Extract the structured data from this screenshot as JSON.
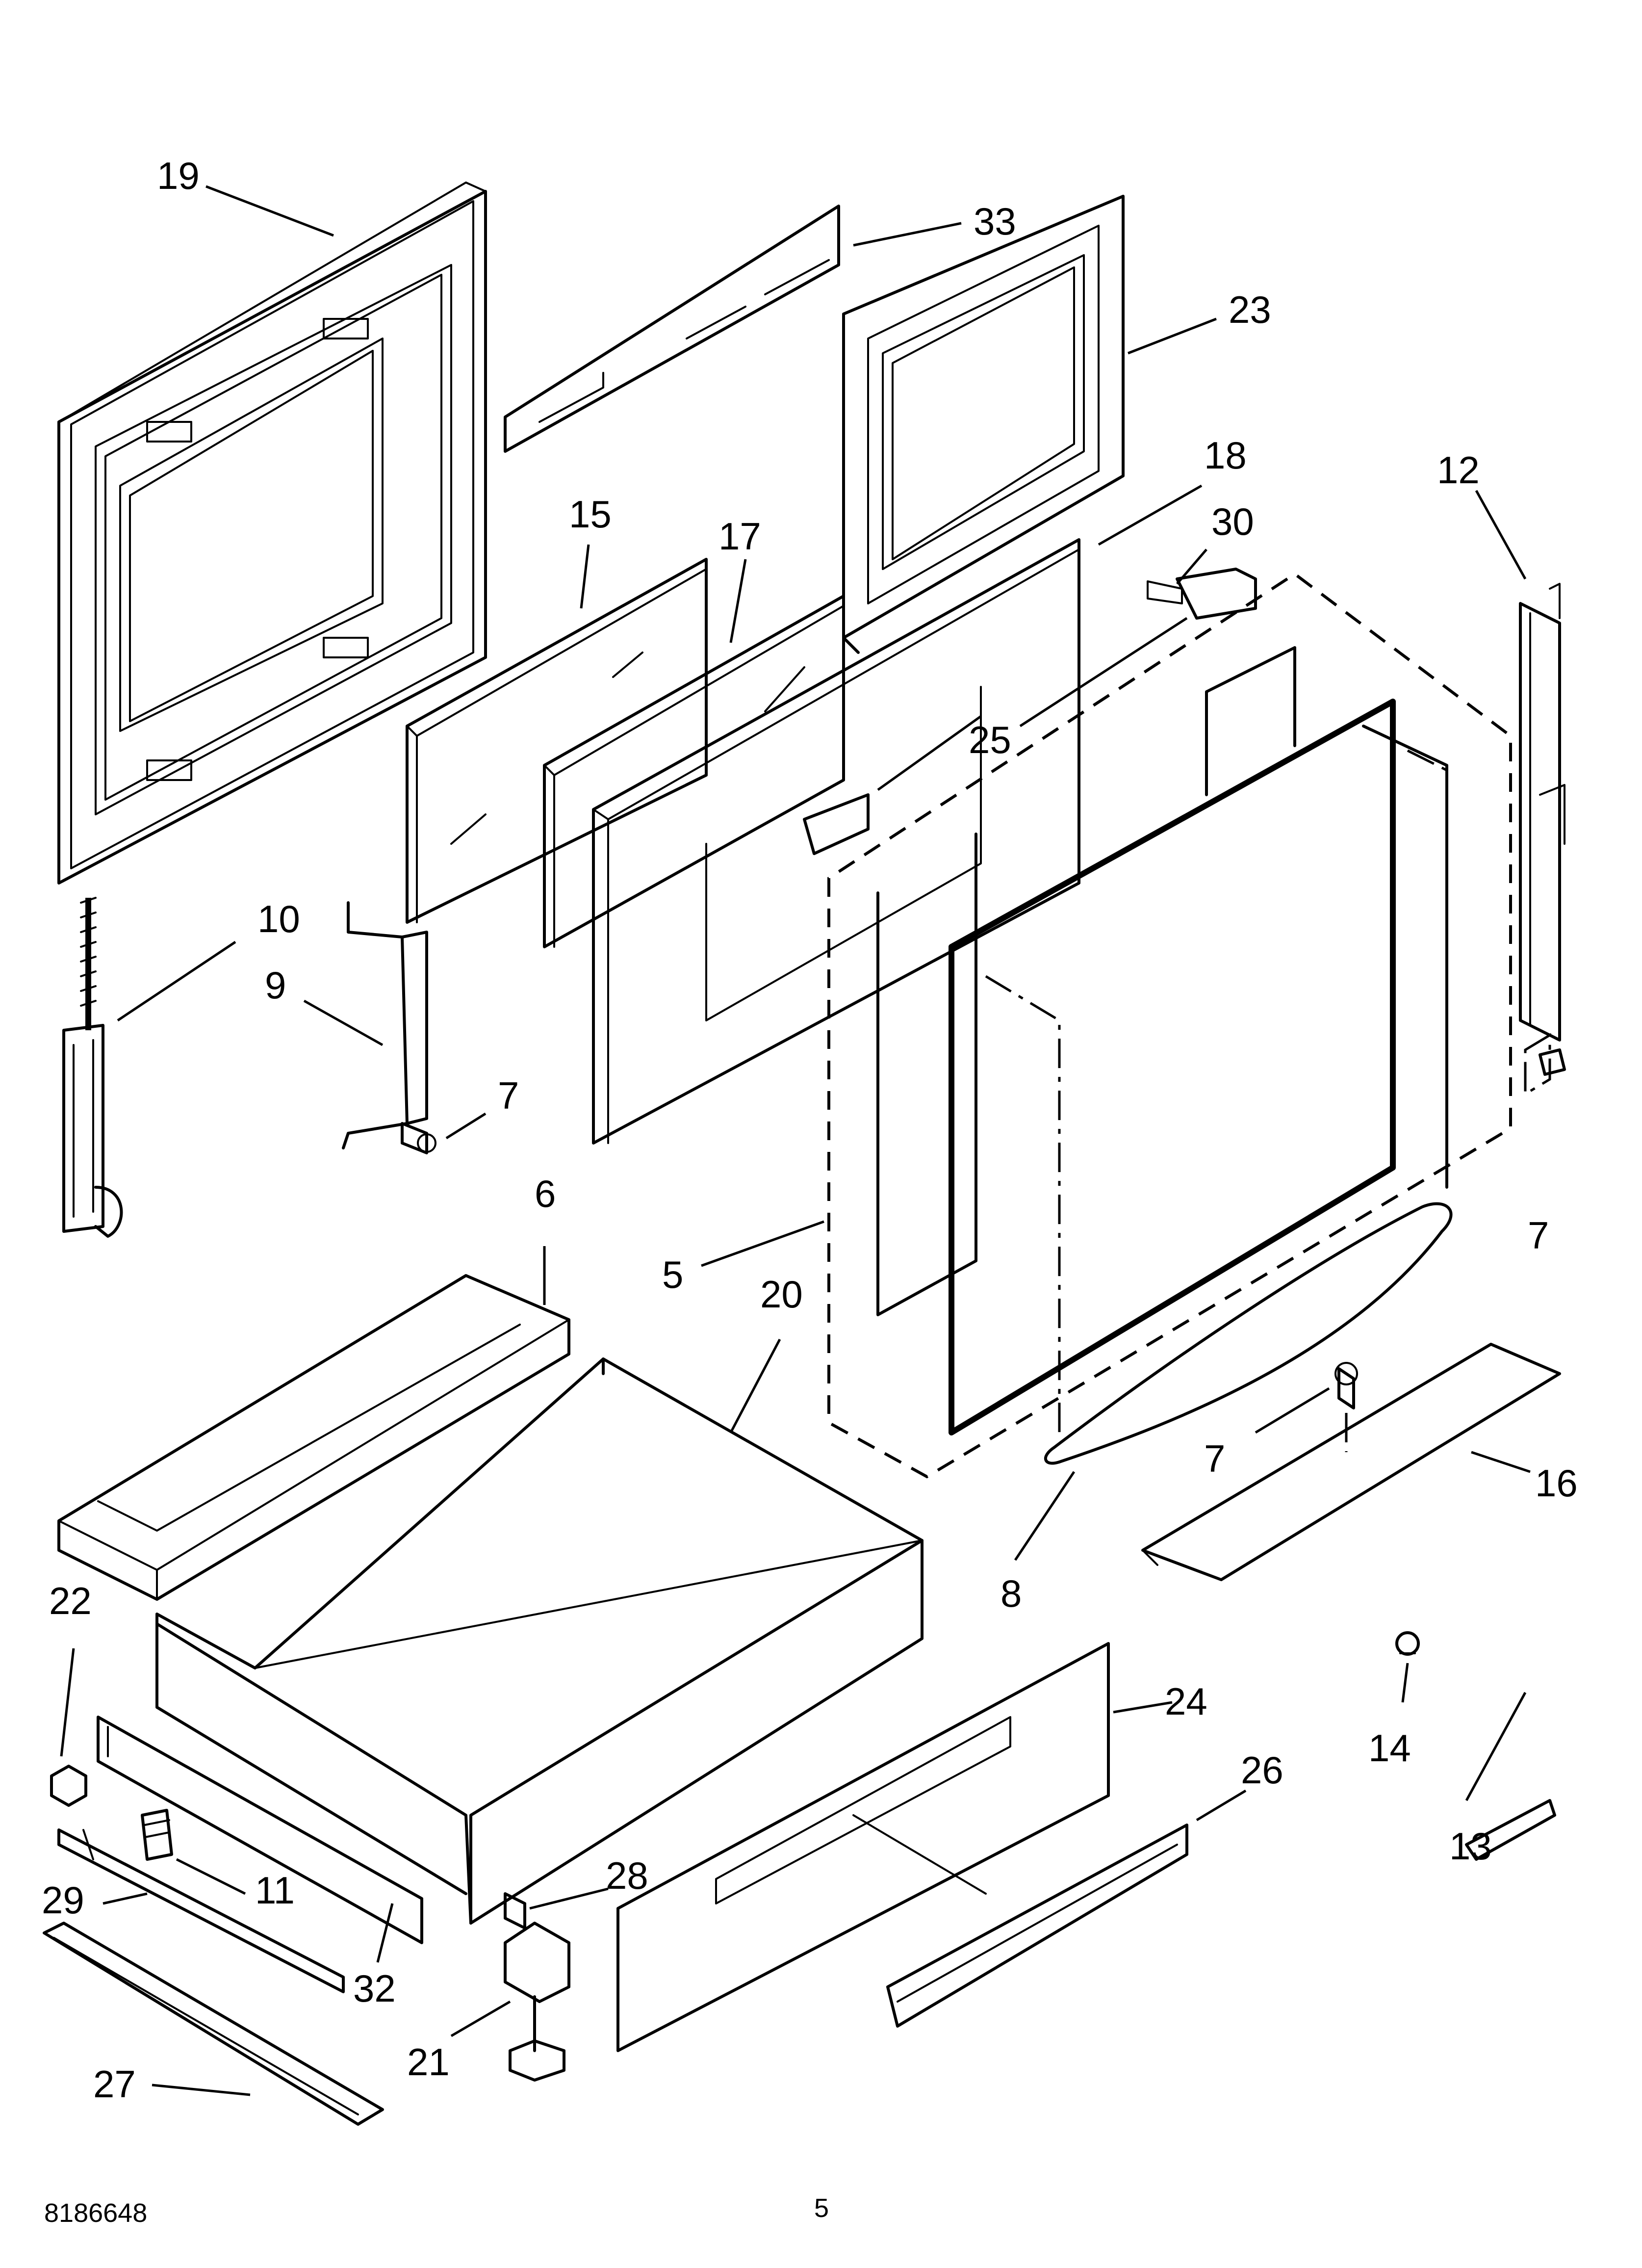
{
  "callouts": [
    {
      "id": "c19",
      "label": "19"
    },
    {
      "id": "c33",
      "label": "33"
    },
    {
      "id": "c23",
      "label": "23"
    },
    {
      "id": "c18",
      "label": "18"
    },
    {
      "id": "c15",
      "label": "15"
    },
    {
      "id": "c17",
      "label": "17"
    },
    {
      "id": "c30",
      "label": "30"
    },
    {
      "id": "c12",
      "label": "12"
    },
    {
      "id": "c25",
      "label": "25"
    },
    {
      "id": "c10",
      "label": "10"
    },
    {
      "id": "c9",
      "label": "9"
    },
    {
      "id": "c7a",
      "label": "7"
    },
    {
      "id": "c6",
      "label": "6"
    },
    {
      "id": "c5",
      "label": "5"
    },
    {
      "id": "c20",
      "label": "20"
    },
    {
      "id": "c7b",
      "label": "7"
    },
    {
      "id": "c7c",
      "label": "7"
    },
    {
      "id": "c16",
      "label": "16"
    },
    {
      "id": "c8",
      "label": "8"
    },
    {
      "id": "c22",
      "label": "22"
    },
    {
      "id": "c24",
      "label": "24"
    },
    {
      "id": "c14",
      "label": "14"
    },
    {
      "id": "c26",
      "label": "26"
    },
    {
      "id": "c13",
      "label": "13"
    },
    {
      "id": "c11",
      "label": "11"
    },
    {
      "id": "c29",
      "label": "29"
    },
    {
      "id": "c28",
      "label": "28"
    },
    {
      "id": "c32",
      "label": "32"
    },
    {
      "id": "c21",
      "label": "21"
    },
    {
      "id": "c27",
      "label": "27"
    }
  ],
  "footer": {
    "doc_number": "8186648",
    "page_number": "5"
  }
}
